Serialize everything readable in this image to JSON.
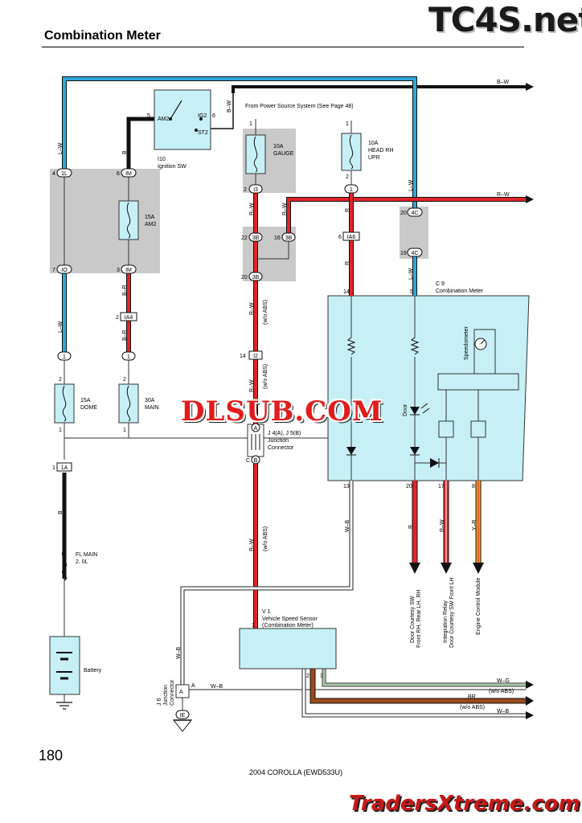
{
  "page": {
    "title": "Combination Meter",
    "brand": "TC4S.net",
    "page_number": "180",
    "footer": "2004 COROLLA (EWD533U)",
    "watermark_main": "DLSUB.COM",
    "watermark_bottom": "TradersXtreme.com"
  },
  "labels": {
    "bw_top": "B–W",
    "rw_right": "R–W",
    "bw_ign": "B–W",
    "power_source": "From Power Source System (See Page 48)",
    "lw1": "L–W",
    "lw2": "L–W",
    "b1": "B",
    "br1": "B–R",
    "br2": "B–R",
    "rw1": "R–W",
    "rw2": "R–W",
    "rw_wo_abs1": "R–W",
    "wo_abs1": "(w/o ABS)",
    "rw_wo_abs2": "R–W",
    "wo_abs2": "(w/o ABS)",
    "rw_wo_abs3": "R–W",
    "wo_abs3": "(w/o ABS)",
    "r1": "R",
    "r2": "R",
    "lw3": "L–W",
    "lw4": "L–W",
    "b2": "B",
    "wb1": "W–B",
    "wb2": "W–B",
    "wb3": "W–B",
    "r3": "R",
    "rw3": "R–W",
    "yr": "Y–R",
    "wg": "W–G",
    "wo_abs4": "(w/o ABS)",
    "br_wire": "BR",
    "wo_abs5": "(w/o ABS)",
    "wb4": "W–B",
    "ign_id": "I10",
    "ign_name": "Ignition SW",
    "am2_t": "AM2",
    "ig2_t": "IG2",
    "st2_t": "ST2",
    "fuse_am2_a": "15A",
    "fuse_am2_b": "AM2",
    "fuse_gauge_a": "10A",
    "fuse_gauge_b": "GAUGE",
    "fuse_head_a": "10A",
    "fuse_head_b": "HEAD RH",
    "fuse_head_c": "UPR",
    "fuse_dome_a": "15A",
    "fuse_dome_b": "DOME",
    "fuse_main_a": "30A",
    "fuse_main_b": "MAIN",
    "fl_main_a": "FL MAIN",
    "fl_main_b": "2. 0L",
    "battery": "Battery",
    "c9_id": "C 9",
    "c9_name": "Combination Meter",
    "speedometer": "Speedometer",
    "door": "Door",
    "junction_id": "J 4(A), J 5(B)",
    "junction_a": "Junction",
    "junction_b": "Connector",
    "vss_id": "V 1",
    "vss_a": "Vehicle Speed Sensor",
    "vss_b": "(Combination Meter)",
    "j6_a": "J 6",
    "j6_b": "Junction",
    "j6_c": "Connector",
    "dest_door_a": "Door Courtesy SW",
    "dest_door_b": "Front RH, Rear LH, RH",
    "dest_relay_a": "Integration Relay",
    "dest_relay_b": "Door Courtesy SW Front LH",
    "dest_ecm": "Engine Control Module"
  },
  "connectors": {
    "c_1l": "1L",
    "c_1m_top": "IM",
    "c_1o": "IO",
    "c_1m_bot": "IM",
    "c_ia4": "IA4",
    "c_1_a": "1",
    "c_1_b": "1",
    "c_1a": "1A",
    "c_13": "I3",
    "c_3b_l": "3B",
    "c_3b_r": "3B",
    "c_3b_b": "3B",
    "c_i2": "I2",
    "c_1_head": "1",
    "c_ia6": "IA6",
    "c_4c_t": "4C",
    "c_4c_b": "4C",
    "c_ie": "IE",
    "c_j_a": "A",
    "c_j_b": "B",
    "c_j_c": "C",
    "c_j6_a": "A"
  },
  "pins": {
    "p4": "4",
    "p6": "6",
    "p7": "7",
    "p3": "3",
    "p2a": "2",
    "p5_ign": "5",
    "p6_ign": "6",
    "p1_gauge": "1",
    "p2_gauge": "2",
    "p22": "22",
    "p16": "16",
    "p20": "20",
    "p14_i2": "14",
    "p1_head": "1",
    "p2_head": "2",
    "p6_ia6": "6",
    "p20_4c": "20",
    "p19_4c": "19",
    "p2_dome": "2",
    "p1_dome": "1",
    "p2_main": "2",
    "p1_main": "1",
    "p1_1a": "1",
    "p14_c9": "14",
    "p5_c9": "5",
    "p13": "13",
    "p20_c9": "20",
    "p17": "17",
    "p8": "8",
    "p1_vss": "1",
    "p2_vss": "2",
    "p3_vss": "3"
  },
  "colors": {
    "red": "#e0242a",
    "blue": "#2fa6dc",
    "black": "#111111",
    "brown": "#9a4a1a",
    "orange": "#f4a21c",
    "green": "#3a8f3a",
    "meter_fill": "#c6f0f5",
    "shade": "#c9c9c9"
  }
}
